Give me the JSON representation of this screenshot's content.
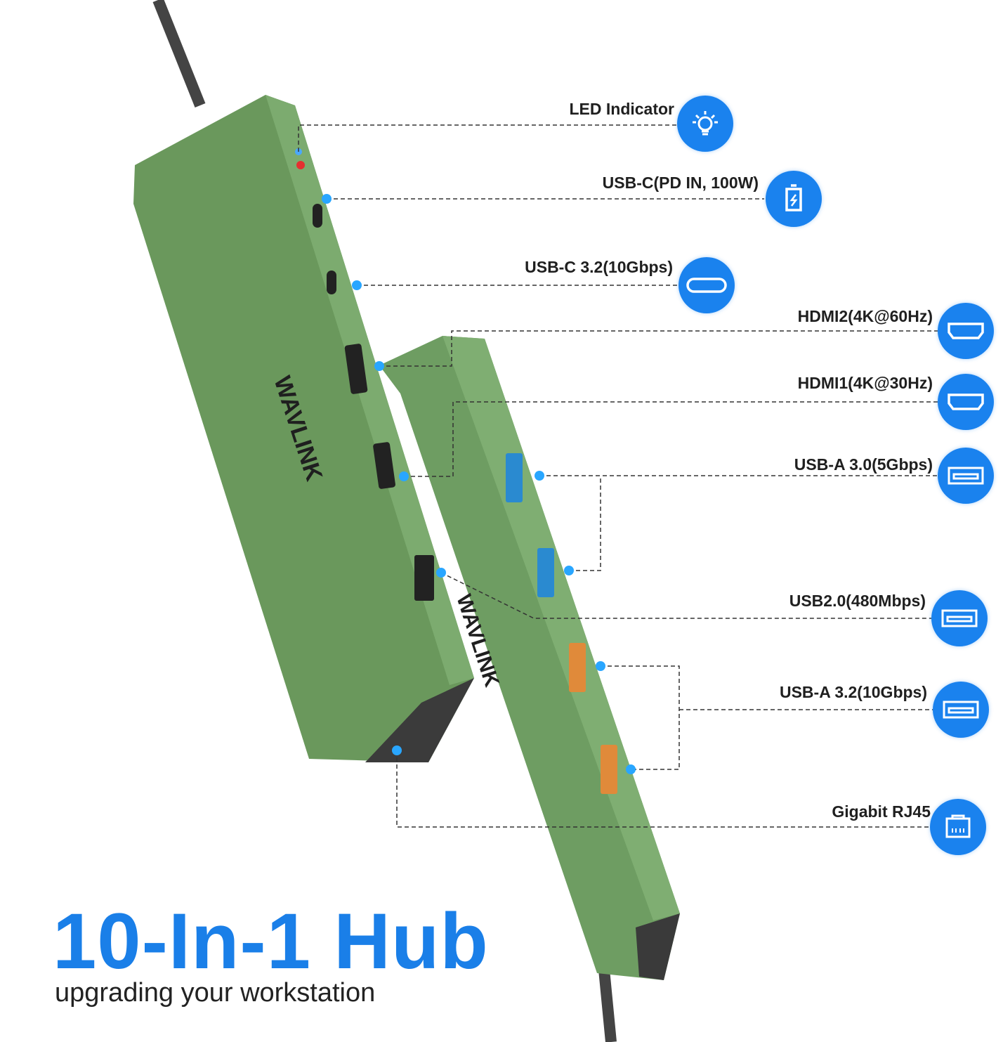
{
  "brand": "WAVLINK",
  "headline": "10-In-1 Hub",
  "tagline": "upgrading your workstation",
  "accent_color": "#1a82ee",
  "hub_color": "#6b9a5e",
  "ports": [
    {
      "label": "LED Indicator",
      "icon": "lightbulb-icon"
    },
    {
      "label": "USB-C(PD IN, 100W)",
      "icon": "battery-charging-icon"
    },
    {
      "label": "USB-C 3.2(10Gbps)",
      "icon": "usb-c-icon"
    },
    {
      "label": "HDMI2(4K@60Hz)",
      "icon": "hdmi-icon"
    },
    {
      "label": "HDMI1(4K@30Hz)",
      "icon": "hdmi-icon"
    },
    {
      "label": "USB-A 3.0(5Gbps)",
      "icon": "usb-a-icon"
    },
    {
      "label": "USB2.0(480Mbps)",
      "icon": "usb-a-icon"
    },
    {
      "label": "USB-A 3.2(10Gbps)",
      "icon": "usb-a-icon"
    },
    {
      "label": "Gigabit RJ45",
      "icon": "ethernet-icon"
    }
  ]
}
